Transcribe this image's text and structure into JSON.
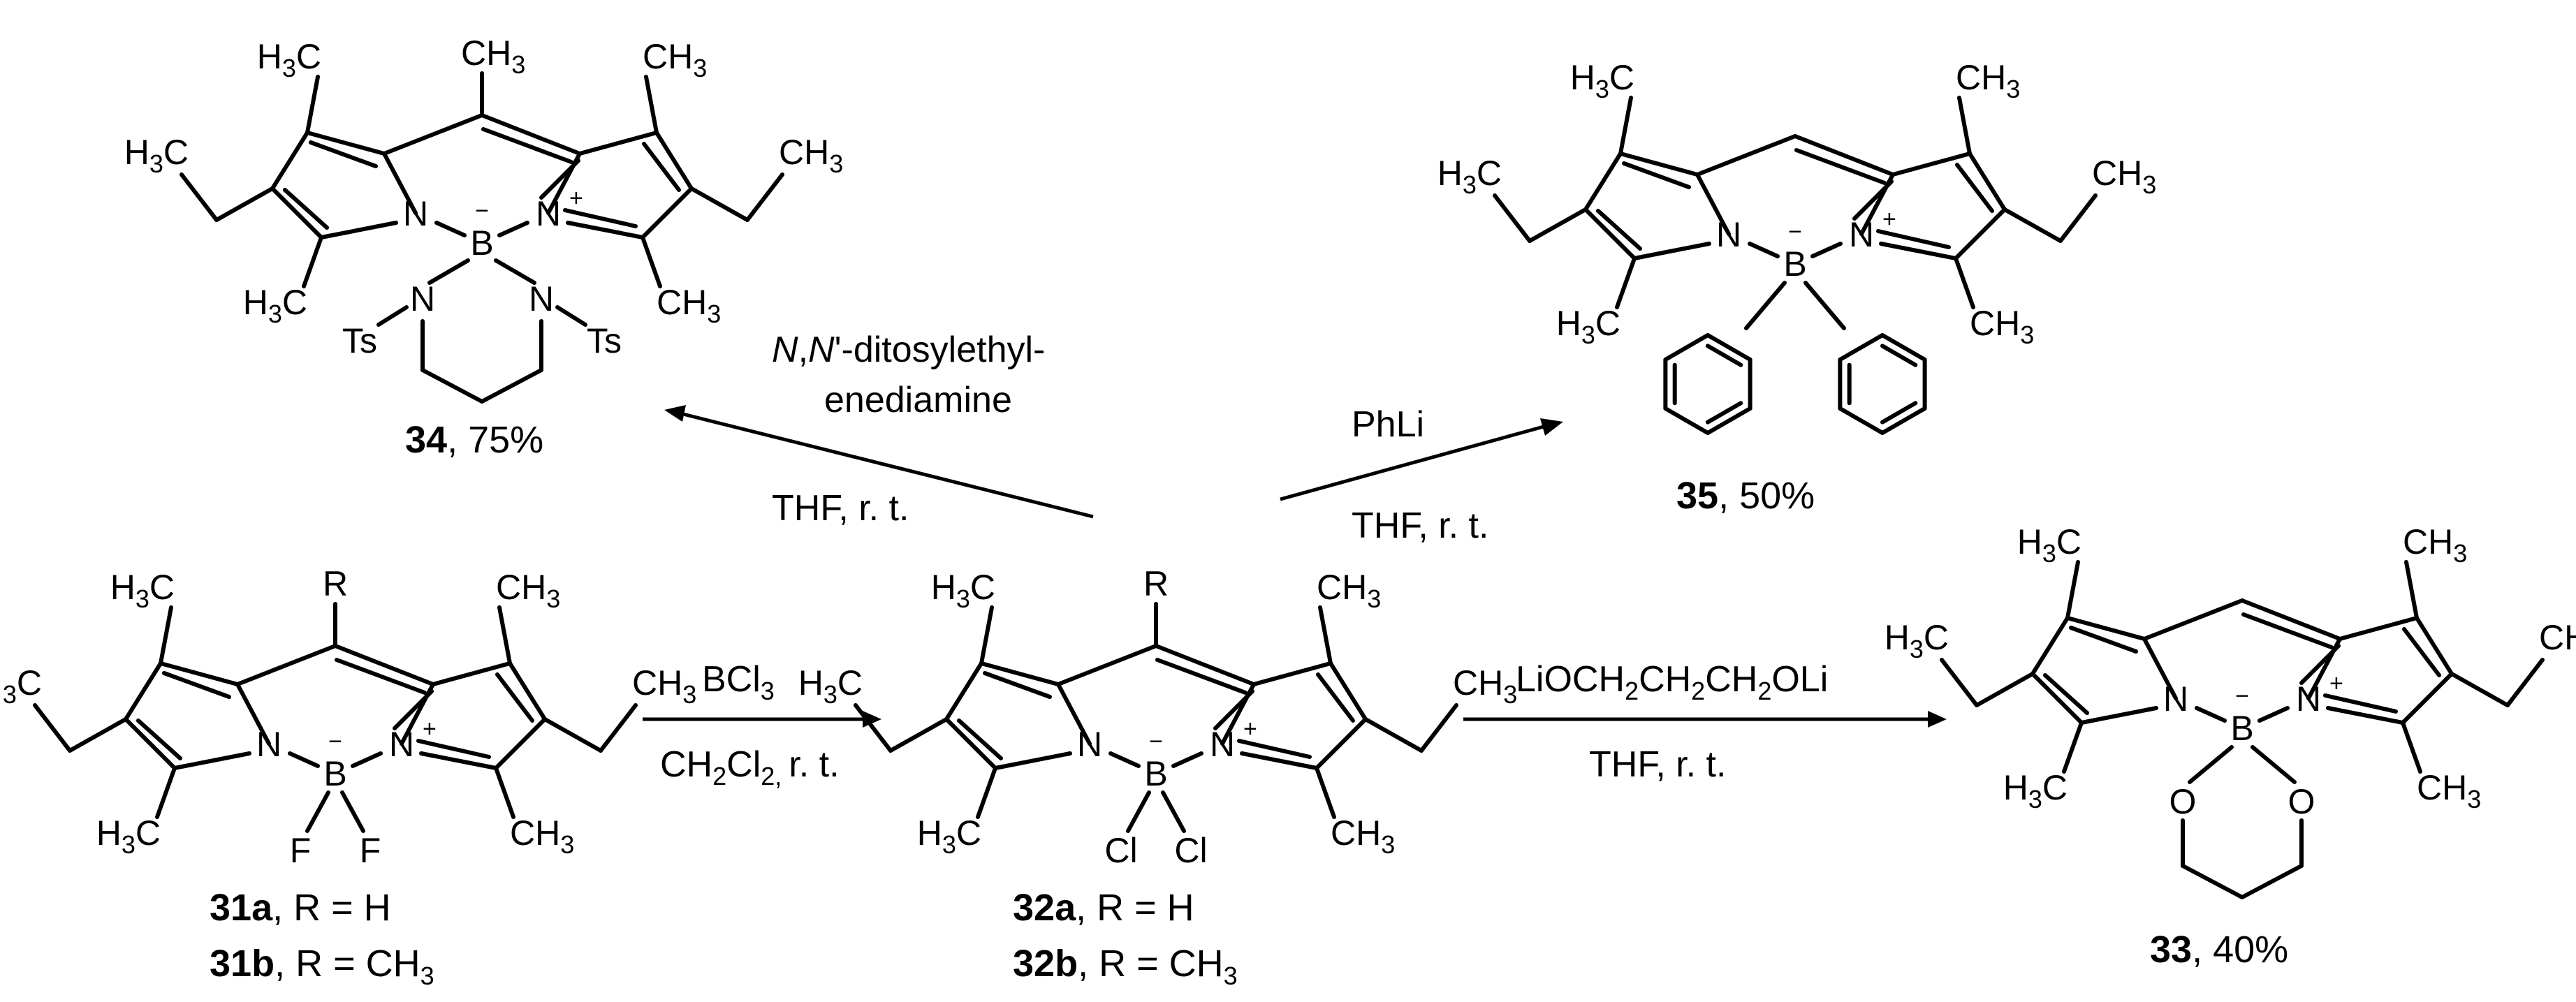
{
  "conditions": {
    "bcl3_reagent": "BCl",
    "bcl3_reagent_sub": "3",
    "bcl3_solvent_a": "CH",
    "bcl3_solvent_sub1": "2",
    "bcl3_solvent_b": "Cl",
    "bcl3_solvent_sub2": "2, ",
    "bcl3_solvent_c": "r. t.",
    "lio_reagent_a": "LiOCH",
    "lio_sub1": "2",
    "lio_reagent_b": "CH",
    "lio_sub2": "2",
    "lio_reagent_c": "CH",
    "lio_sub3": "2",
    "lio_reagent_d": "OLi",
    "lio_solvent": "THF, r. t.",
    "diamine_line1_italic1": "N",
    "diamine_line1_mid": ",",
    "diamine_line1_italic2": "N",
    "diamine_line1_rest": "'-ditosylethyl-",
    "diamine_line2": "enediamine",
    "diamine_solvent": "THF, r. t.",
    "phli_reagent": "PhLi",
    "phli_solvent": "THF, r. t."
  },
  "compounds": {
    "c31a_num": "31a",
    "c31a_rest": ", R = H",
    "c31b_num": "31b",
    "c31b_rest_a": ", R = CH",
    "c31b_rest_sub": "3",
    "c32a_num": "32a",
    "c32a_rest": ", R = H",
    "c32b_num": "32b",
    "c32b_rest_a": ", R = CH",
    "c32b_rest_sub": "3",
    "c33_num": "33",
    "c33_rest": ", 40%",
    "c34_num": "34",
    "c34_rest": ", 75%",
    "c35_num": "35",
    "c35_rest": ", 50%"
  },
  "atoms": {
    "N": "N",
    "B": "B",
    "F": "F",
    "Cl": "Cl",
    "O": "O",
    "R": "R",
    "Ts": "Ts",
    "H": "H",
    "C": "C",
    "CH": "CH",
    "three": "3",
    "plus": "+",
    "minus": "−"
  }
}
